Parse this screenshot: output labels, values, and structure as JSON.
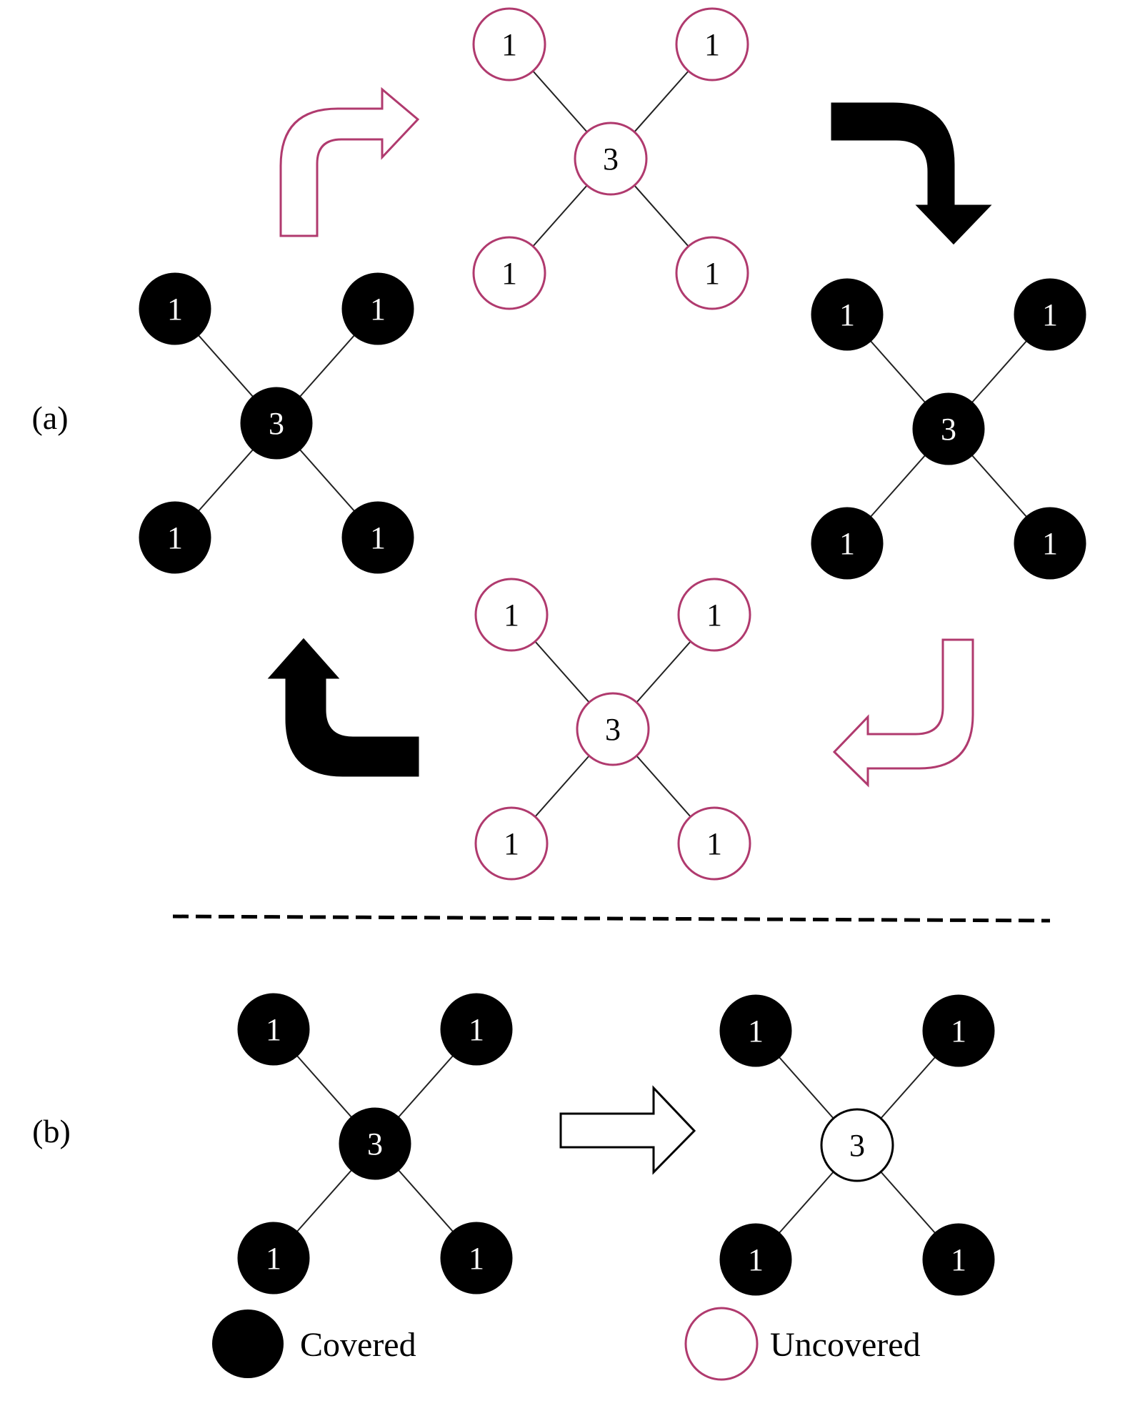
{
  "panels": {
    "a_label": "(a)",
    "b_label": "(b)"
  },
  "node_values": {
    "center": "3",
    "leaf": "1"
  },
  "legend": {
    "covered_label": "Covered",
    "uncovered_label": "Uncovered"
  },
  "colors": {
    "covered_fill": "#000000",
    "uncovered_stroke": "#b03a6e",
    "black_stroke": "#000000",
    "edge": "#222222"
  }
}
